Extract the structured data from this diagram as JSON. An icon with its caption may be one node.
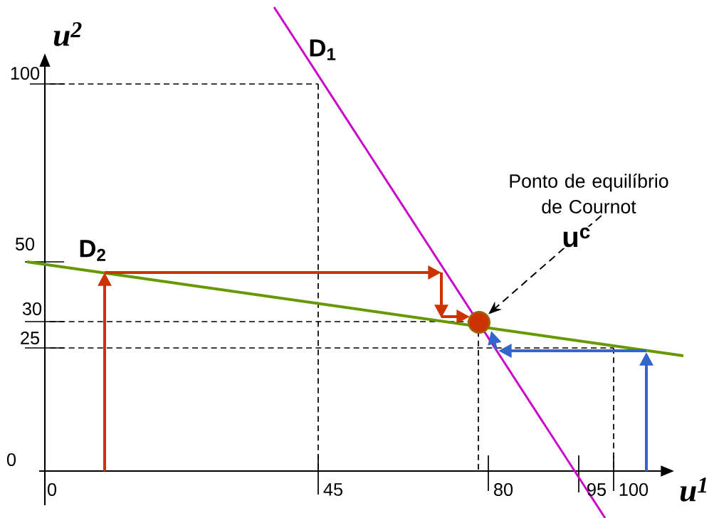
{
  "diagram": {
    "nodes": [
      {
        "text": [
          "Ponto de equilíbrio de Cournot"
        ]
      },
      {
        "text": [],
        "shape": "circle"
      }
    ],
    "edges": [
      {
        "from": 0,
        "to": 1,
        "arrow": "to",
        "style": "dashed",
        "label": "u$^{c}$"
      }
    ],
    "labels": [
      "u$^{2}$",
      "D$_{1}$",
      "100",
      "50",
      "D$_{2}$",
      "30",
      "25",
      "0",
      "0",
      "45",
      "80",
      "95",
      "100",
      "u$^{1}$"
    ]
  }
}
